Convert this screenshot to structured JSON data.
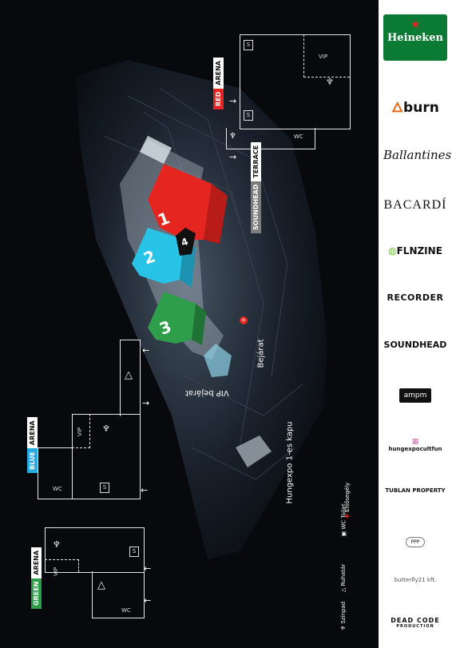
{
  "arenas": {
    "red": {
      "name_color": "RED",
      "name_word": "ARENA",
      "color": "#e52520"
    },
    "blue": {
      "name_color": "BLUE",
      "name_word": "ARENA",
      "color": "#27aae1"
    },
    "green": {
      "name_color": "GREEN",
      "name_word": "ARENA",
      "color": "#2e9e4a"
    },
    "terrace": {
      "name_brand": "SOUNDHEAD",
      "name_word": "TERRACE",
      "color": "#7d7d7d"
    }
  },
  "labels": {
    "vip": "VIP",
    "wc": "WC",
    "stage_short": "S",
    "entrance": "Bejárat",
    "vip_entrance": "VIP bejárat",
    "gate": "Hungexpo 1-es kapu"
  },
  "building_numbers": [
    "1",
    "2",
    "3",
    "4"
  ],
  "legend": {
    "items": [
      {
        "label": "Színpad",
        "icon": "stage-icon"
      },
      {
        "label": "Ruhatár",
        "icon": "hanger-icon"
      },
      {
        "label": "Toilet",
        "icon": "wc-icon",
        "sublabel": "WC"
      },
      {
        "label": "Elsősegély",
        "icon": "first-aid-icon"
      }
    ]
  },
  "sponsors": [
    {
      "name": "Heineken",
      "style": "heineken"
    },
    {
      "name": "burn",
      "style": "burn"
    },
    {
      "name": "Ballantines",
      "style": "ballantines"
    },
    {
      "name": "BACARDÍ",
      "style": "bacardi"
    },
    {
      "name": "FLNZINE",
      "style": "flnzine"
    },
    {
      "name": "RECORDER",
      "style": "recorder"
    },
    {
      "name": "SOUNDHEAD",
      "style": "soundhead"
    },
    {
      "name": "ampm",
      "style": "ampm"
    },
    {
      "name": "hungexpocultfun",
      "style": "hungexpo"
    },
    {
      "name": "TUBLAN PROPERTY",
      "style": "tublan"
    },
    {
      "name": "PPP",
      "style": "ppp"
    },
    {
      "name": "butterfly21 kft.",
      "style": "butterfly"
    },
    {
      "name": "DEAD CODE",
      "sub": "PRODUCTION",
      "style": "deadcode"
    }
  ]
}
